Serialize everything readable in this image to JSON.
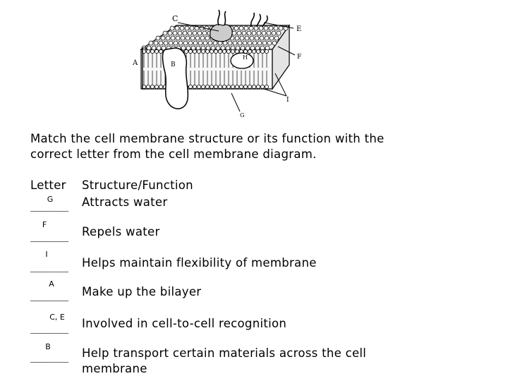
{
  "diagram": {
    "labels": {
      "A": "A",
      "B": "B",
      "C": "C",
      "E": "E",
      "F": "F",
      "G": "G",
      "H": "H",
      "I": "I"
    }
  },
  "intro": "Match the cell membrane structure or its function with the correct letter from the cell membrane diagram.",
  "header": {
    "letter": "Letter",
    "structure": "Structure/Function"
  },
  "blank": "______",
  "rows": [
    {
      "answer": "G",
      "description": "Attracts water"
    },
    {
      "answer": "F",
      "description": "Repels water"
    },
    {
      "answer": "I",
      "description": "Helps maintain flexibility of membrane"
    },
    {
      "answer": "A",
      "description": "Make up the bilayer"
    },
    {
      "answer": "C, E",
      "description": "Involved in cell-to-cell recognition"
    },
    {
      "answer": "B",
      "description": "Help transport certain materials across the cell membrane"
    }
  ]
}
